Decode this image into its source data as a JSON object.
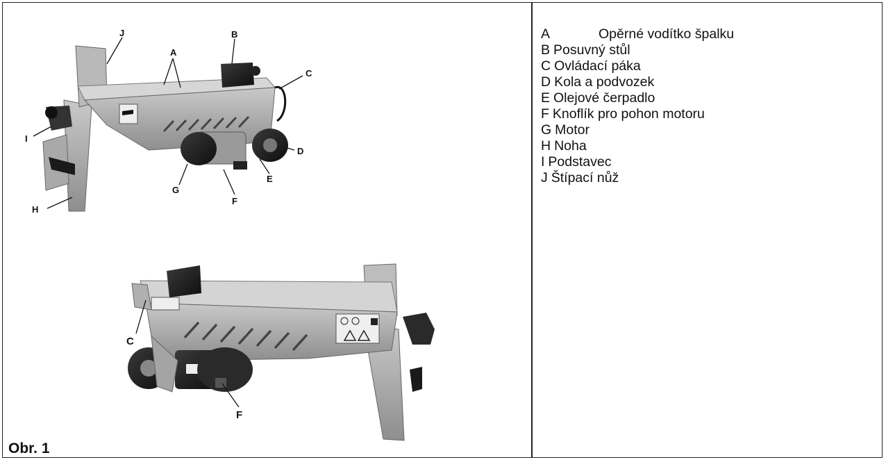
{
  "figure": {
    "caption": "Obr. 1",
    "callouts_top": [
      "J",
      "A",
      "B",
      "C",
      "I",
      "D",
      "E",
      "G",
      "F",
      "H"
    ],
    "callouts_bottom": [
      "C",
      "F"
    ]
  },
  "legend": {
    "items": [
      {
        "key": "A",
        "desc": "Opěrné vodítko špalku"
      },
      {
        "key": "B",
        "desc": "Posuvný stůl"
      },
      {
        "key": "C",
        "desc": "Ovládací páka"
      },
      {
        "key": "D",
        "desc": "Kola a podvozek"
      },
      {
        "key": "E",
        "desc": "Olejové čerpadlo"
      },
      {
        "key": "F",
        "desc": "Knoflík pro pohon motoru"
      },
      {
        "key": "G",
        "desc": "Motor"
      },
      {
        "key": "H",
        "desc": "Noha"
      },
      {
        "key": "I",
        "desc": "Podstavec"
      },
      {
        "key": "J",
        "desc": "Štípací nůž"
      }
    ]
  }
}
